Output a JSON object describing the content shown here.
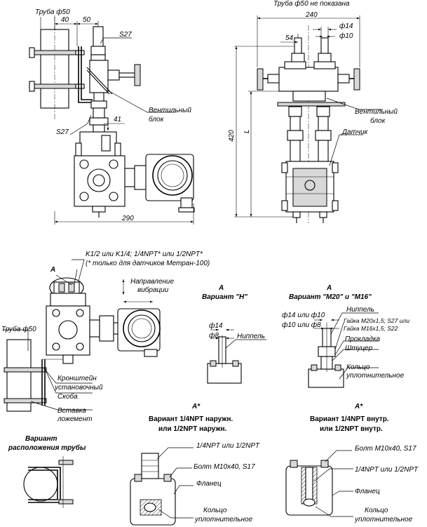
{
  "top": {
    "pipe_label": "Труба ф50",
    "pipe_not_shown": "Труба ф50 не показана",
    "dim_40": "40",
    "dim_50": "50",
    "dim_S27_top": "S27",
    "dim_S27_left": "S27",
    "dim_41": "41",
    "dim_290": "290",
    "dim_420": "420",
    "dim_L": "L",
    "dim_240": "240",
    "dim_54": "54",
    "dim_f14": "ф14",
    "dim_f10": "ф10",
    "valve_block_left_1": "Вентильный",
    "valve_block_left_2": "блок",
    "valve_block_right_1": "Вентильный",
    "valve_block_right_2": "блок",
    "sensor": "Датчик"
  },
  "middle": {
    "thread_note": "K1/2 или K1/4; 1/4NPT* или 1/2NPT*",
    "thread_footnote": "(* только для датчиков Метран-100)",
    "callout_A": "A",
    "vibration_1": "Направление",
    "vibration_2": "вибрации",
    "pipe_label": "Труба ф50",
    "bracket_1": "Кронштейн",
    "bracket_2": "установочный",
    "clamp": "Скоба",
    "insert_1": "Вставка",
    "insert_2": "ложемент"
  },
  "variant_H": {
    "letter": "A",
    "title": "Вариант \"H\"",
    "f14": "ф14",
    "f8": "ф8",
    "nipple": "Ниппель"
  },
  "variant_M": {
    "letter": "A",
    "title": "Вариант \"M20\" и \"M16\"",
    "f14_f10": "ф14 или ф10",
    "f10_f8": "ф10 или ф8",
    "nipple": "Ниппель",
    "nut1": "Гайка M20x1,5; S27 или",
    "nut2": "Гайка M16x1,5; S22",
    "gasket": "Прокладка",
    "fitting": "Штуцер",
    "ring_1": "Кольцо",
    "ring_2": "уплотнительное"
  },
  "pipe_variant": {
    "title_1": "Вариант",
    "title_2": "расположения трубы"
  },
  "variant_outer": {
    "letter": "A*",
    "title_1": "Вариант 1/4NPT наружн.",
    "title_2": "или 1/2NPT наружн.",
    "thread": "1/4NPT или 1/2NPT",
    "bolt": "Болт M10x40, S17",
    "flange": "Фланец",
    "ring_1": "Кольцо",
    "ring_2": "уплотнительное"
  },
  "variant_inner": {
    "letter": "A*",
    "title_1": "Вариант  1/4NPT внутр.",
    "title_2": "или 1/2NPT внутр.",
    "bolt": "Болт M10x40, S17",
    "thread": "1/4NPT или 1/2NPT",
    "flange": "Фланец",
    "ring_1": "Кольцо",
    "ring_2": "уплотнительное"
  }
}
